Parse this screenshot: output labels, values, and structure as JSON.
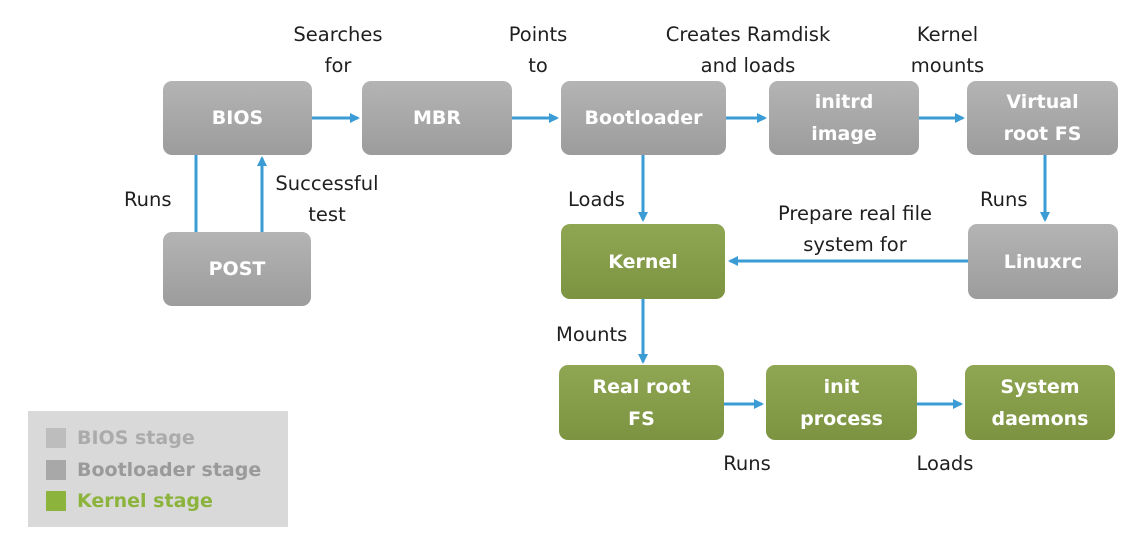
{
  "nodes": {
    "bios": "BIOS",
    "mbr": "MBR",
    "bootloader": "Bootloader",
    "initrd": "initrd\nimage",
    "virtual_root": "Virtual\nroot FS",
    "post": "POST",
    "kernel": "Kernel",
    "linuxrc": "Linuxrc",
    "real_root": "Real root\nFS",
    "init": "init\nprocess",
    "daemons": "System\ndaemons"
  },
  "edge_labels": {
    "searches_for": "Searches\nfor",
    "points_to": "Points\nto",
    "creates_ramdisk": "Creates Ramdisk\nand loads",
    "kernel_mounts": "Kernel\nmounts",
    "runs_post": "Runs",
    "successful_test": "Successful\ntest",
    "loads_kernel": "Loads",
    "runs_linuxrc": "Runs",
    "prepare_real_fs": "Prepare real file\nsystem for",
    "mounts": "Mounts",
    "runs_init": "Runs",
    "loads_daemons": "Loads"
  },
  "legend": [
    {
      "label": "BIOS stage",
      "color": "#bdbdbd",
      "text_color": "#ababab"
    },
    {
      "label": "Bootloader stage",
      "color": "#a8a8a8",
      "text_color": "#9a9a9a"
    },
    {
      "label": "Kernel stage",
      "color": "#8cb43c",
      "text_color": "#8cb43c"
    }
  ],
  "colors": {
    "bios_stage": "#a8a8a8",
    "kernel_stage": "#84993f",
    "arrow": "#3a9bd5"
  }
}
